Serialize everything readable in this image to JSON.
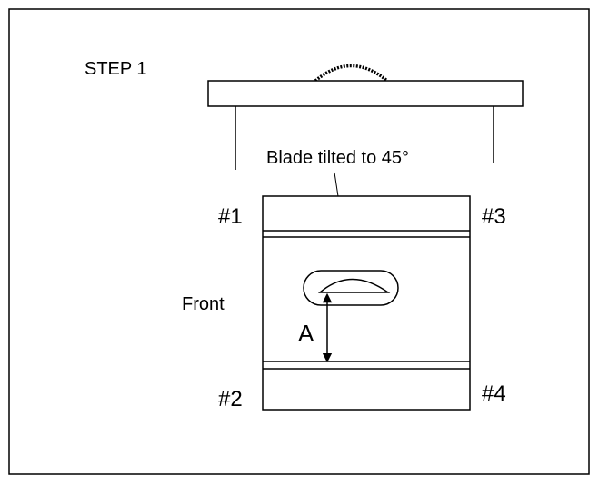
{
  "step_title": "STEP 1",
  "callout": "Blade tilted to 45°",
  "corners": {
    "top_left": "#1",
    "bottom_left": "#2",
    "top_right": "#3",
    "bottom_right": "#4"
  },
  "side_label": "Front",
  "dimension_label": "A",
  "colors": {
    "stroke": "#000000",
    "background": "#ffffff"
  }
}
